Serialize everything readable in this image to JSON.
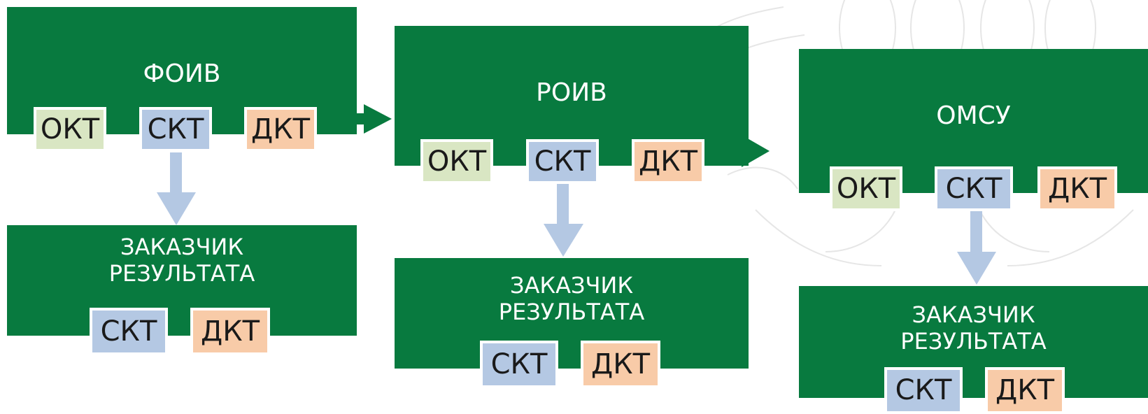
{
  "colors": {
    "green": "#087a3f",
    "okt": "#d9e6c3",
    "skt": "#b4c8e3",
    "dkt": "#f8cba8",
    "arrow_down": "#b4c8e3",
    "arrow_right": "#087a3f"
  },
  "levels": [
    {
      "title": "ФОИВ",
      "tags": [
        "ОКТ",
        "СКТ",
        "ДКТ"
      ],
      "customer": {
        "lines": [
          "ЗАКАЗЧИК",
          "РЕЗУЛЬТАТА"
        ],
        "tags": [
          "СКТ",
          "ДКТ"
        ]
      }
    },
    {
      "title": "РОИВ",
      "tags": [
        "ОКТ",
        "СКТ",
        "ДКТ"
      ],
      "customer": {
        "lines": [
          "ЗАКАЗЧИК",
          "РЕЗУЛЬТАТА"
        ],
        "tags": [
          "СКТ",
          "ДКТ"
        ]
      }
    },
    {
      "title": "ОМСУ",
      "tags": [
        "ОКТ",
        "СКТ",
        "ДКТ"
      ],
      "customer": {
        "lines": [
          "ЗАКАЗЧИК",
          "РЕЗУЛЬТАТА"
        ],
        "tags": [
          "СКТ",
          "ДКТ"
        ]
      }
    }
  ]
}
